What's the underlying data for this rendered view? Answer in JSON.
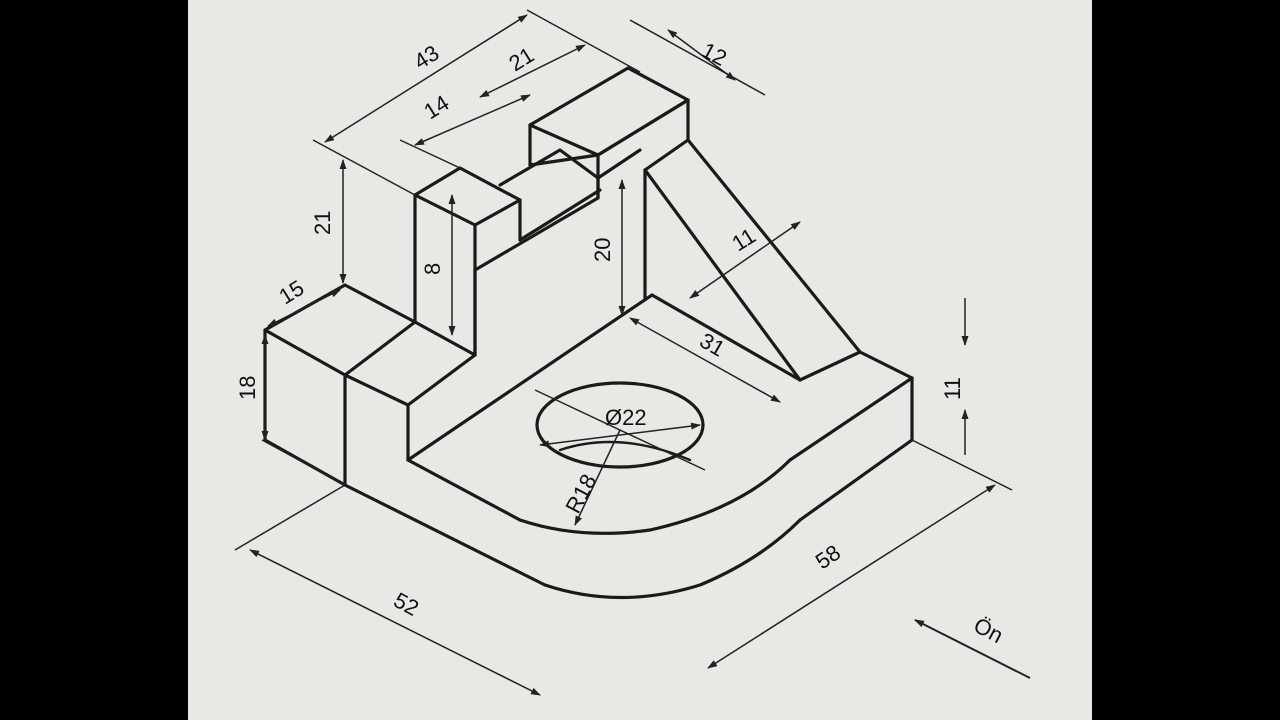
{
  "dimensions": {
    "d43": "43",
    "d21_top": "21",
    "d12": "12",
    "d14": "14",
    "d21_left": "21",
    "d8": "8",
    "d15": "15",
    "d18": "18",
    "d20": "20",
    "d11_rib": "11",
    "d31": "31",
    "d22": "Ø22",
    "r18": "R18",
    "d11_base": "11",
    "d52": "52",
    "d58": "58"
  },
  "view_label": "Ön"
}
